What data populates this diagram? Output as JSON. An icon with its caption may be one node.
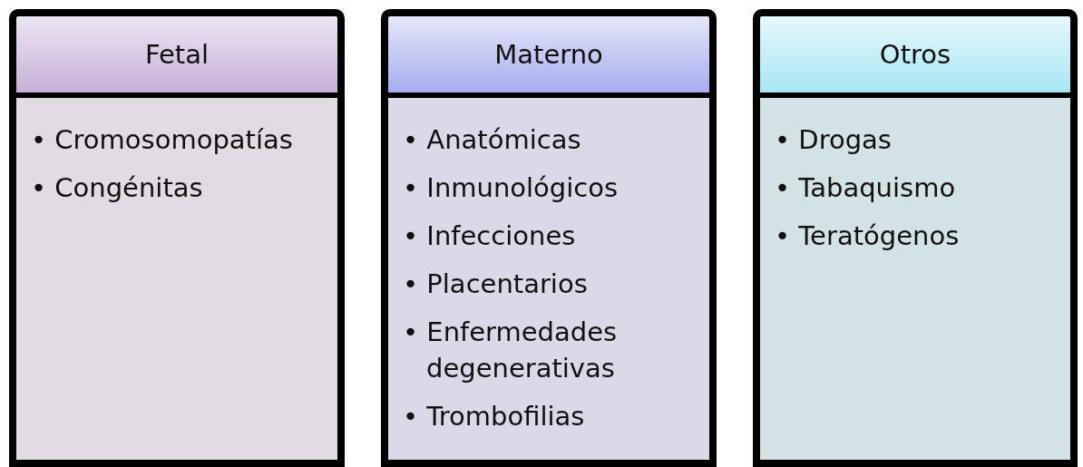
{
  "diagram": {
    "nodes": [
      {
        "text": [
          "Fetal"
        ]
      },
      {
        "text": [
          "• Cromosomopatías",
          "• Congénitas"
        ]
      },
      {
        "text": [
          "Materno"
        ]
      },
      {
        "text": [
          "• Anatómicas",
          "• Inmunológicos",
          "• Infecciones",
          "• Placentarios",
          "• Enfermedades degenerativas",
          "• Trombofilias"
        ]
      },
      {
        "text": [
          "Otros"
        ]
      },
      {
        "text": [
          "• Drogas",
          "• Tabaquismo",
          "• Teratógenos"
        ]
      }
    ]
  }
}
